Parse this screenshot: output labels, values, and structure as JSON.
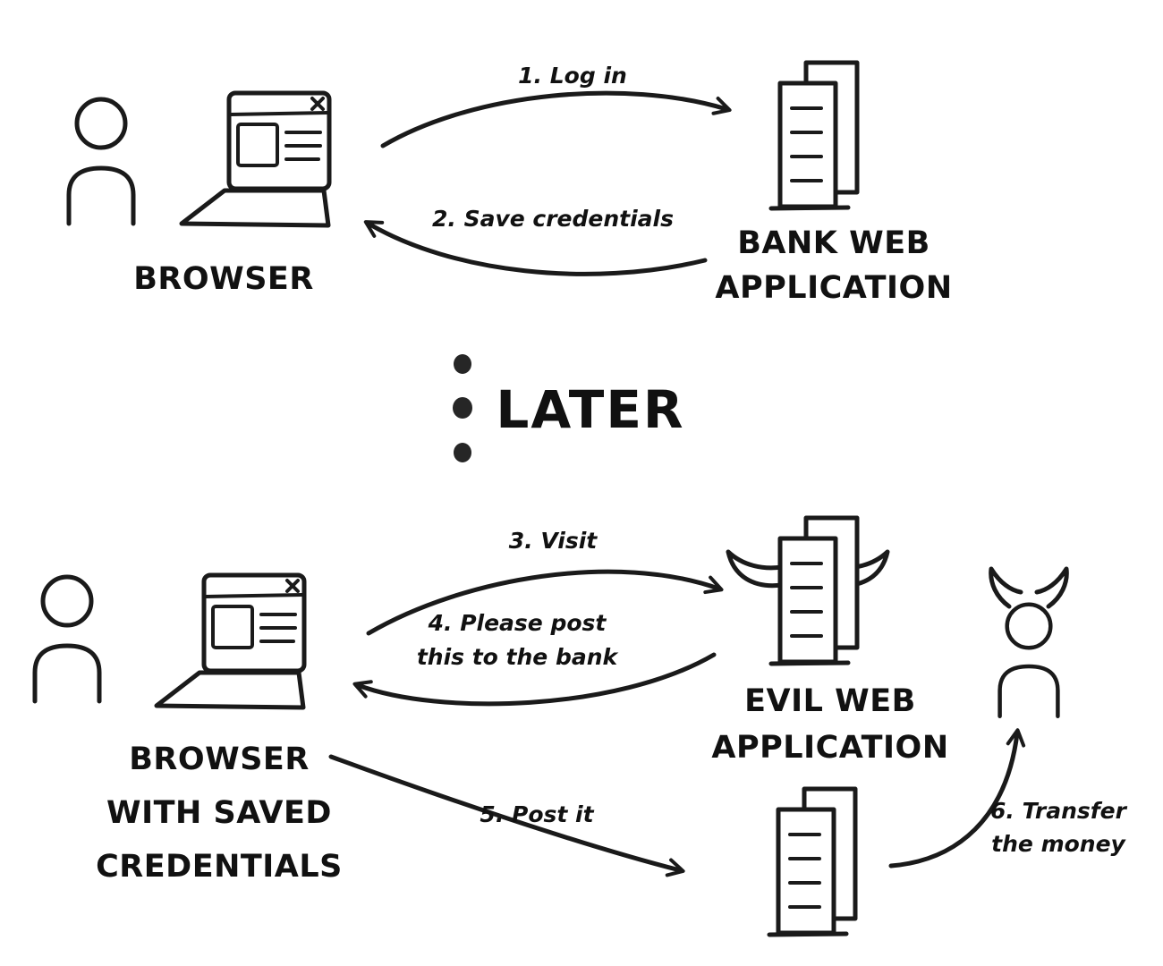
{
  "diagram": {
    "colors": {
      "ink": "#1a1a1a",
      "background": "#ffffff"
    },
    "top": {
      "browser_label": "BROWSER",
      "bank_label": [
        "BANK WEB",
        "APPLICATION"
      ],
      "arrow1_label": "1. Log in",
      "arrow2_label": "2. Save credentials"
    },
    "divider": {
      "later_label": "LATER"
    },
    "bottom": {
      "browser_label": [
        "BROWSER",
        "WITH SAVED",
        "CREDENTIALS"
      ],
      "evil_label": [
        "EVIL WEB",
        "APPLICATION"
      ],
      "arrow3_label": "3. Visit",
      "arrow4_label": [
        "4. Please post",
        "this to the bank"
      ],
      "arrow5_label": "5. Post it",
      "arrow6_label": [
        "6. Transfer",
        "the money"
      ]
    }
  }
}
